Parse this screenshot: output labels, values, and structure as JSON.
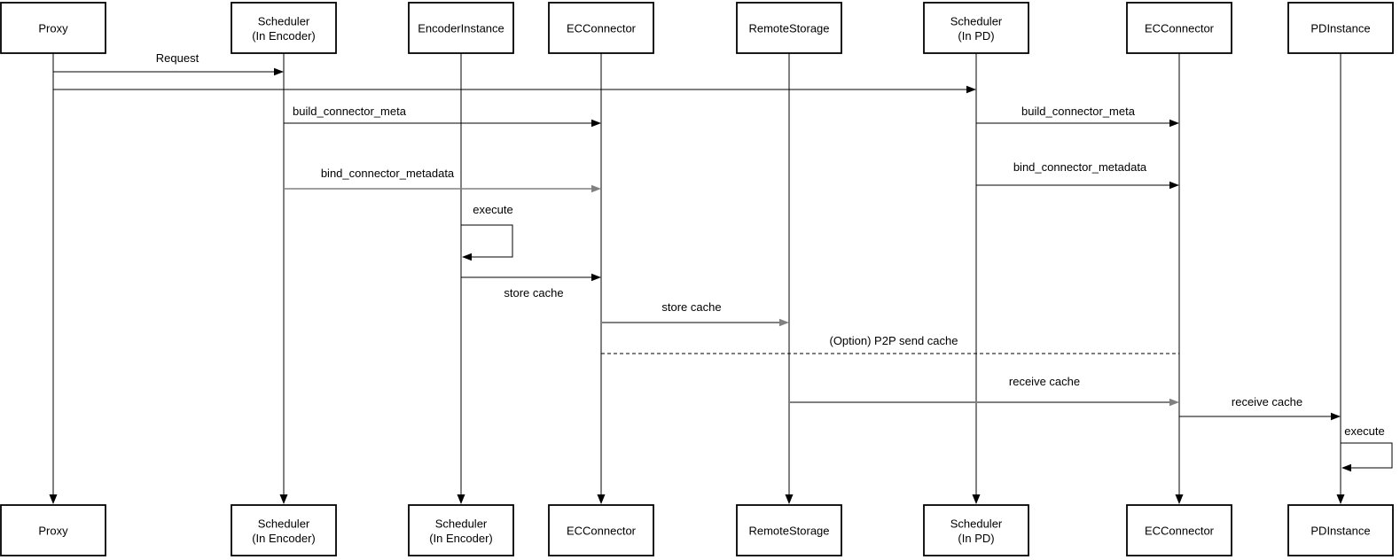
{
  "diagram": {
    "type": "sequence",
    "colors": {
      "background": "#ffffff",
      "default_line": "#000000",
      "emphasis_line": "#808080",
      "box_border": "#000000",
      "box_fill": "#ffffff",
      "text": "#000000"
    },
    "actors": [
      {
        "id": "proxy",
        "top_label": [
          "Proxy"
        ],
        "bottom_label": [
          "Proxy"
        ]
      },
      {
        "id": "scheduler_encoder",
        "top_label": [
          "Scheduler",
          "(In Encoder)"
        ],
        "bottom_label": [
          "Scheduler",
          "(In Encoder)"
        ]
      },
      {
        "id": "encoder_instance",
        "top_label": [
          "EncoderInstance"
        ],
        "bottom_label": [
          "Scheduler",
          "(In Encoder)"
        ]
      },
      {
        "id": "ec_connector_encoder",
        "top_label": [
          "ECConnector"
        ],
        "bottom_label": [
          "ECConnector"
        ]
      },
      {
        "id": "remote_storage",
        "top_label": [
          "RemoteStorage"
        ],
        "bottom_label": [
          "RemoteStorage"
        ]
      },
      {
        "id": "scheduler_pd",
        "top_label": [
          "Scheduler",
          "(In PD)"
        ],
        "bottom_label": [
          "Scheduler",
          "(In PD)"
        ]
      },
      {
        "id": "ec_connector_pd",
        "top_label": [
          "ECConnector"
        ],
        "bottom_label": [
          "ECConnector"
        ]
      },
      {
        "id": "pd_instance",
        "top_label": [
          "PDInstance"
        ],
        "bottom_label": [
          "PDInstance"
        ]
      }
    ],
    "messages": [
      {
        "label": "Request",
        "from": "proxy",
        "to": "scheduler_encoder",
        "style": "solid",
        "arrowhead": true,
        "stroke": "#000000",
        "stroke_width": 1
      },
      {
        "label": "",
        "from": "proxy",
        "to": "scheduler_pd",
        "style": "solid",
        "arrowhead": true,
        "stroke": "#000000",
        "stroke_width": 1
      },
      {
        "label": "build_connector_meta",
        "from": "scheduler_encoder",
        "to": "ec_connector_encoder",
        "style": "solid",
        "arrowhead": true,
        "stroke": "#000000",
        "stroke_width": 1
      },
      {
        "label": "build_connector_meta",
        "from": "scheduler_pd",
        "to": "ec_connector_pd",
        "style": "solid",
        "arrowhead": true,
        "stroke": "#000000",
        "stroke_width": 1
      },
      {
        "label": "bind_connector_metadata",
        "from": "scheduler_encoder",
        "to": "ec_connector_encoder",
        "style": "solid",
        "arrowhead": true,
        "stroke": "#808080",
        "stroke_width": 1.5
      },
      {
        "label": "bind_connector_metadata",
        "from": "scheduler_pd",
        "to": "ec_connector_pd",
        "style": "solid",
        "arrowhead": true,
        "stroke": "#000000",
        "stroke_width": 1
      },
      {
        "label": "execute",
        "from": "encoder_instance",
        "to": "encoder_instance",
        "style": "self",
        "arrowhead": true,
        "stroke": "#000000",
        "stroke_width": 1
      },
      {
        "label": "store cache",
        "from": "encoder_instance",
        "to": "ec_connector_encoder",
        "style": "solid",
        "arrowhead": true,
        "stroke": "#000000",
        "stroke_width": 1,
        "label_position": "below"
      },
      {
        "label": "store cache",
        "from": "ec_connector_encoder",
        "to": "remote_storage",
        "style": "solid",
        "arrowhead": true,
        "stroke": "#808080",
        "stroke_width": 2
      },
      {
        "label": "(Option) P2P send cache",
        "from": "ec_connector_encoder",
        "to": "ec_connector_pd",
        "style": "dashed",
        "arrowhead": false,
        "stroke": "#000000",
        "stroke_width": 1
      },
      {
        "label": "receive cache",
        "from": "remote_storage",
        "to": "ec_connector_pd",
        "style": "solid",
        "arrowhead": true,
        "stroke": "#808080",
        "stroke_width": 2
      },
      {
        "label": "receive cache",
        "from": "ec_connector_pd",
        "to": "pd_instance",
        "style": "solid",
        "arrowhead": true,
        "stroke": "#000000",
        "stroke_width": 1
      },
      {
        "label": "execute",
        "from": "pd_instance",
        "to": "pd_instance",
        "style": "self",
        "arrowhead": true,
        "stroke": "#000000",
        "stroke_width": 1
      }
    ]
  }
}
